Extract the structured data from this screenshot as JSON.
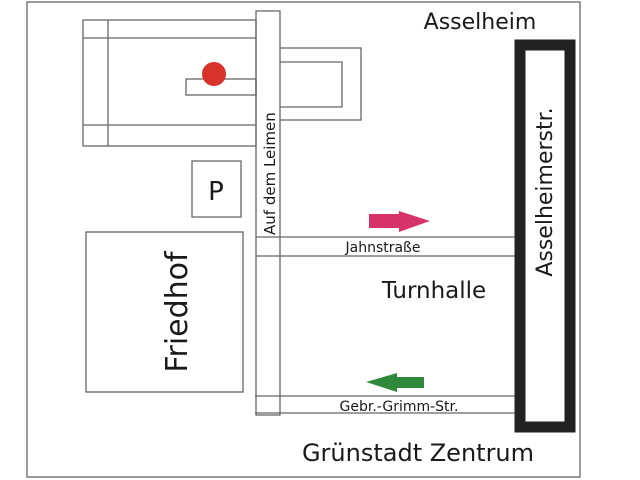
{
  "labels": {
    "north": "Asselheim",
    "south": "Grünstadt Zentrum",
    "street_vertical_left": "Auf dem Leimen",
    "street_main": "Asselheimerstr.",
    "street_top": "Jahnstraße",
    "street_bottom": "Gebr.-Grimm-Str.",
    "building": "Turnhalle",
    "cemetery": "Friedhof",
    "parking": "P"
  },
  "colors": {
    "marker": "#d8332a",
    "arrow_in": "#d6336a",
    "arrow_out": "#2e8a3a",
    "main_road": "#222222"
  },
  "icons": {
    "destination_marker": "red-dot",
    "arrow_in": "arrow-right",
    "arrow_out": "arrow-left"
  }
}
